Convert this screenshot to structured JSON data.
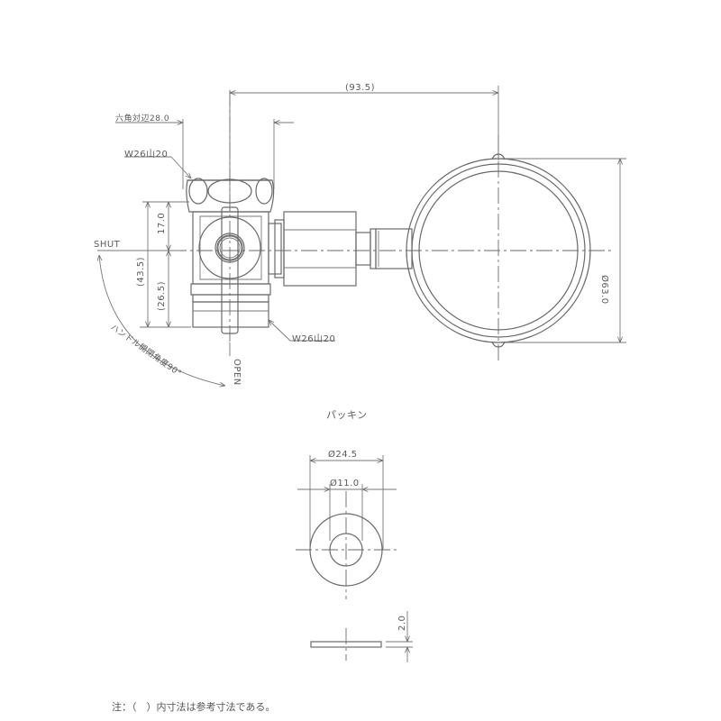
{
  "drawing": {
    "main_view": {
      "overall_length": "(93.5)",
      "hex_across_flats": "六角対辺28.0",
      "thread_top": "W26山20",
      "thread_bottom": "W26山20",
      "dim_upper": "17.0",
      "dim_total": "(43.5)",
      "dim_lower": "(26.5)",
      "gauge_diameter": "Ø63.0",
      "shut_label": "SHUT",
      "open_label": "OPEN",
      "handle_angle": "ハンドル開閉角度90°"
    },
    "gasket_view": {
      "title": "パッキン",
      "outer_diameter": "Ø24.5",
      "inner_diameter": "Ø11.0",
      "thickness": "2.0"
    },
    "note": "注：（　）内寸法は参考寸法である。"
  }
}
